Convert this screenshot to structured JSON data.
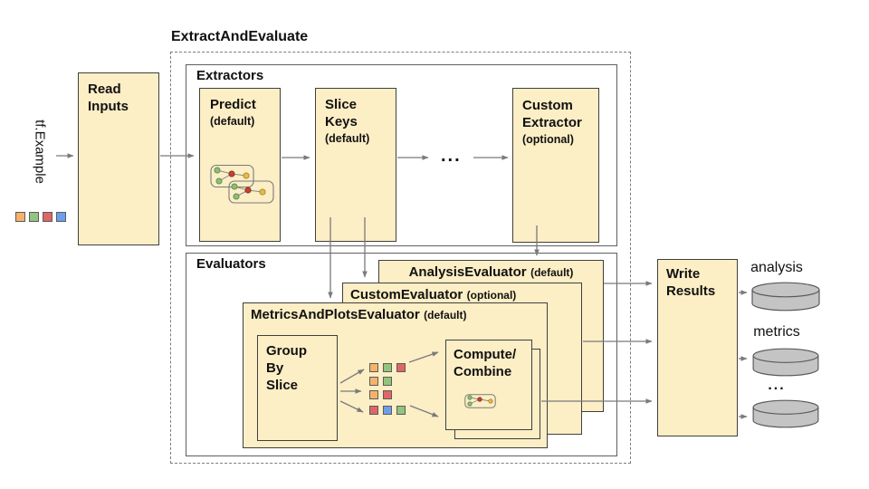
{
  "title": "ExtractAndEvaluate",
  "palette": {
    "orange": "#F6B26B",
    "green": "#93C47D",
    "red": "#E06666",
    "blue": "#6D9EEB",
    "box_fill": "#FCEEC5",
    "cylinder_fill": "#C4C4C4",
    "arrow": "#7a7a7a"
  },
  "input": {
    "label": "tf.Example",
    "squares": [
      "orange",
      "green",
      "red",
      "blue"
    ]
  },
  "read_inputs": {
    "label": "Read Inputs"
  },
  "extractors": {
    "label": "Extractors",
    "boxes": [
      {
        "name": "Predict",
        "qualifier": "(default)"
      },
      {
        "name": "Slice Keys",
        "qualifier": "(default)"
      },
      {
        "name": "Custom Extractor",
        "qualifier": "(optional)"
      }
    ],
    "ellipsis": "..."
  },
  "evaluators": {
    "label": "Evaluators",
    "stack": [
      {
        "name": "AnalysisEvaluator",
        "qualifier": "(default)"
      },
      {
        "name": "CustomEvaluator",
        "qualifier": "(optional)"
      },
      {
        "name": "MetricsAndPlotsEvaluator",
        "qualifier": "(default)"
      }
    ],
    "group_by_slice": "Group By Slice",
    "slice_rows": [
      [
        "orange",
        "green",
        "red"
      ],
      [
        "orange",
        "green"
      ],
      [
        "orange",
        "red"
      ],
      [
        "red",
        "blue",
        "green"
      ]
    ],
    "compute_combine": "Compute/ Combine"
  },
  "write_results": {
    "label": "Write Results"
  },
  "outputs": {
    "items": [
      {
        "label": "analysis"
      },
      {
        "label": "metrics"
      },
      {
        "label": "..."
      }
    ]
  }
}
